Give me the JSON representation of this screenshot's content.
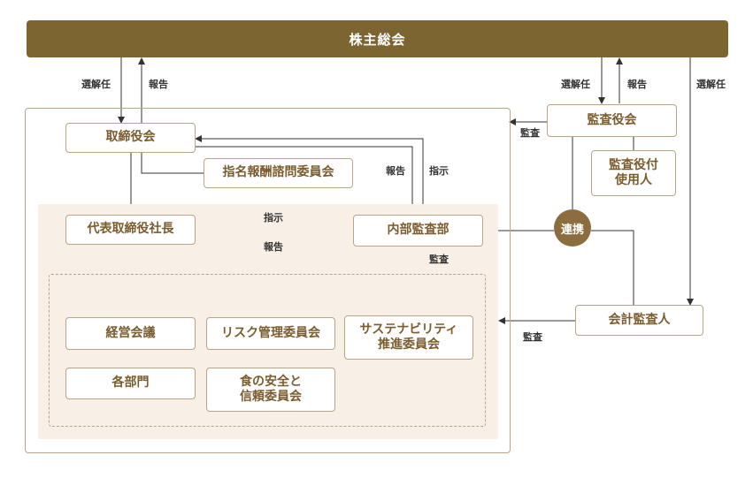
{
  "top_bar": {
    "label": "株主総会"
  },
  "boxes": {
    "board": "取締役会",
    "nomination": "指名報酬諮問委員会",
    "president": "代表取締役社長",
    "internal_audit": "内部監査部",
    "audit_board": "監査役会",
    "audit_staff_line1": "監査役付",
    "audit_staff_line2": "使用人",
    "accounting_auditor": "会計監査人",
    "management_meeting": "経営会議",
    "risk_committee": "リスク管理委員会",
    "sustainability_line1": "サステナビリティ",
    "sustainability_line2": "推進委員会",
    "departments": "各部門",
    "food_safety_line1": "食の安全と",
    "food_safety_line2": "信頼委員会"
  },
  "labels": {
    "elect_left": "選解任",
    "report_left": "報告",
    "elect_audit": "選解任",
    "report_audit": "報告",
    "elect_right": "選解任",
    "audit_to_board": "監査",
    "report_mid": "報告",
    "instruct_mid": "指示",
    "instruct_president": "指示",
    "report_president": "報告",
    "audit_internal": "監査",
    "audit_accounting": "監査"
  },
  "renkei": "連携",
  "colors": {
    "brand": "#7d6532",
    "border": "#b7a585",
    "zone": "#f8efe6",
    "circle": "#8b6d3f"
  }
}
